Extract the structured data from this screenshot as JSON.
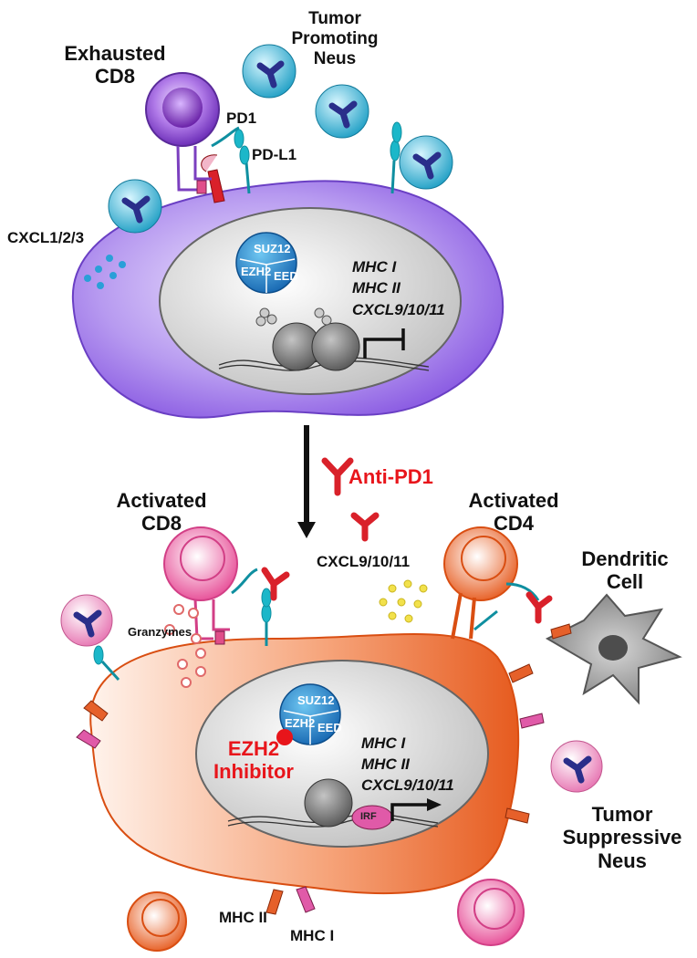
{
  "top": {
    "tumor_promoting_neus": "Tumor\nPromoting\nNeus",
    "exhausted_cd8": "Exhausted\nCD8",
    "pd1": "PD1",
    "pdl1": "PD-L1",
    "cxcl123": "CXCL1/2/3",
    "prc2": {
      "suz12": "SUZ12",
      "ezh2": "EZH2",
      "eed": "EED"
    },
    "genes": [
      "MHC I",
      "MHC II",
      "CXCL9/10/11"
    ]
  },
  "middle": {
    "anti_pd1": "Anti-PD1",
    "cxcl9": "CXCL9/10/11"
  },
  "bottom": {
    "activated_cd8": "Activated\nCD8",
    "activated_cd4": "Activated\nCD4",
    "dendritic_cell": "Dendritic\nCell",
    "granzymes": "Granzymes",
    "prc2": {
      "suz12": "SUZ12",
      "ezh2": "EZH2",
      "eed": "EED"
    },
    "ezh2_inhibitor": "EZH2\nInhibitor",
    "genes": [
      "MHC I",
      "MHC II",
      "CXCL9/10/11"
    ],
    "irf": "IRF",
    "tumor_suppressive_neus": "Tumor\nSuppressive\nNeus",
    "mhc_ii": "MHC II",
    "mhc_i": "MHC I"
  },
  "colors": {
    "tumor_top": "#9b6fe6",
    "tumor_bottom": "#ee6a2e",
    "neutrophil": "#2aa7c9",
    "cd8_top": "#8a4bd0",
    "cd8_bottom": "#e8559b",
    "cd4": "#e8652c",
    "antibody": "#e2232a",
    "dendritic": "#8f8f8f"
  }
}
